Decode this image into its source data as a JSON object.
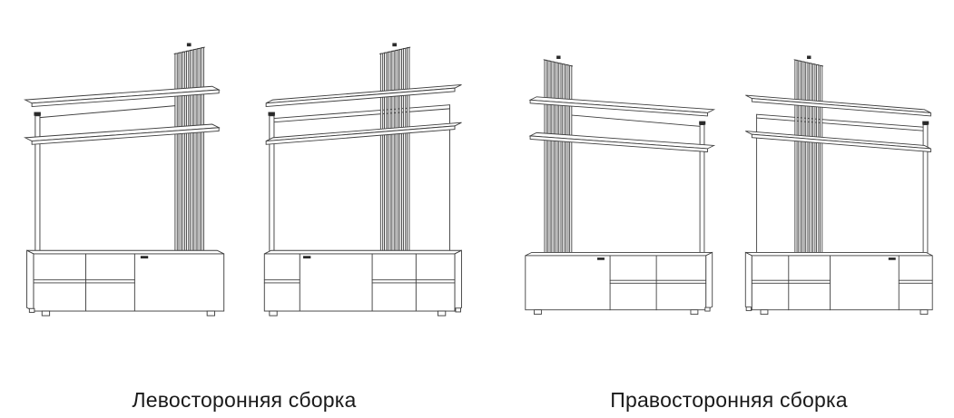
{
  "diagram": {
    "background": "#ffffff",
    "line_color": "#3e3e3e",
    "bracket_color": "#2a2a2a",
    "text_color": "#1a1a1a",
    "groups": [
      {
        "id": "left-assembly",
        "caption": "Левосторонняя сборка"
      },
      {
        "id": "right-assembly",
        "caption": "Правосторонняя сборка"
      }
    ]
  }
}
